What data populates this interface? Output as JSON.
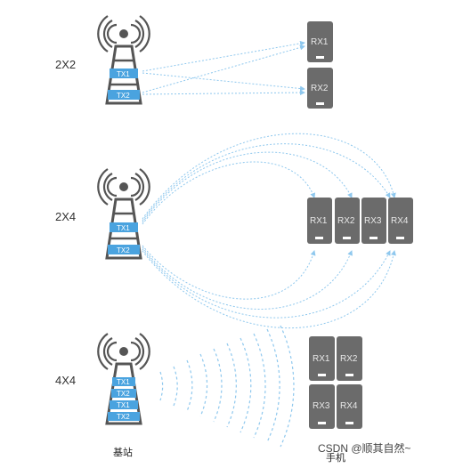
{
  "colors": {
    "tower": "#555555",
    "accent": "#4aa3df",
    "phone": "#6b6b6b",
    "signal": "#8fc8ee"
  },
  "rows": [
    {
      "label": "2X2",
      "tx": [
        "TX1",
        "TX2"
      ],
      "rx": [
        "RX1",
        "RX2"
      ]
    },
    {
      "label": "2X4",
      "tx": [
        "TX1",
        "TX2"
      ],
      "rx": [
        "RX1",
        "RX2",
        "RX3",
        "RX4"
      ]
    },
    {
      "label": "4X4",
      "tx": [
        "TX1",
        "TX2",
        "TX1",
        "TX2"
      ],
      "rx": [
        "RX1",
        "RX2",
        "RX3",
        "RX4"
      ]
    }
  ],
  "captions": {
    "base_station": "基站",
    "phone": "手机"
  },
  "watermark": "CSDN @顺其自然~",
  "icons": {
    "tower": "cell-tower-icon",
    "phone": "phone-icon"
  }
}
